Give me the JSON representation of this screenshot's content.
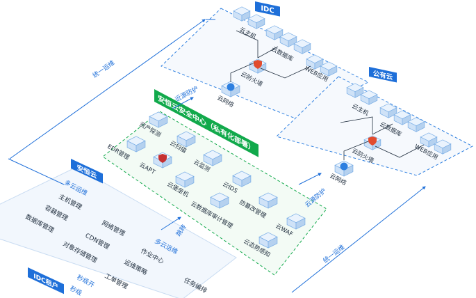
{
  "idc": {
    "title": "IDC",
    "nodes": {
      "host": "云主机",
      "db": "云数据库",
      "firewall": "云防火墙",
      "web": "WEB应用",
      "network": "云网络"
    }
  },
  "public_cloud": {
    "title": "公有云",
    "nodes": {
      "host": "云主机",
      "db": "云数据库",
      "firewall": "云防火墙",
      "web": "WEB应用",
      "network": "云网络"
    }
  },
  "center": {
    "title": "安恒云安全中心（私有化部署）",
    "modules": [
      "资产探测",
      "云扫描",
      "EDR管理",
      "云APT",
      "云监测",
      "云堡垒机",
      "云IDS",
      "防篡改管理",
      "云数据库审计管理",
      "云WAF",
      "云态势感知"
    ]
  },
  "anheng_cloud": {
    "title": "安恒云",
    "section1_title": "多云运维",
    "section1_items": [
      "主机管理",
      "容器管理",
      "数据库管理",
      "网络管理",
      "CDN管理",
      "对象存储管理"
    ],
    "section2_title": "多云运维",
    "section2_items": [
      "作业中心",
      "运维策略",
      "工单管理",
      "任务编排"
    ]
  },
  "idc_tenant": {
    "title": "IDC租户",
    "partial": [
      "秒级开",
      "秒级"
    ]
  },
  "edges": {
    "unified_ops_left": "统一运维",
    "unified_ops_right": "统一运维",
    "nearby_protect": "近源防护",
    "cloud_protect": "云源防护",
    "jump": "跳转"
  },
  "colors": {
    "accent": "#1e6fd9",
    "green": "#11a94b",
    "panel": "#f2f7fd",
    "line": "#1e6fd9"
  }
}
